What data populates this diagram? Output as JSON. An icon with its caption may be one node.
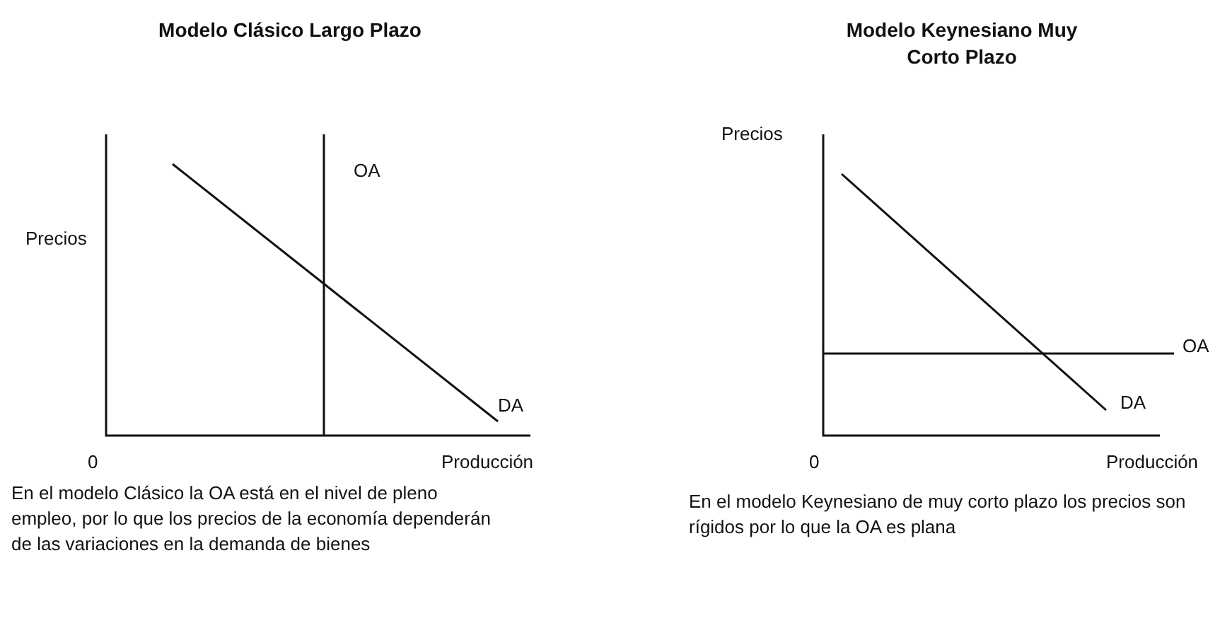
{
  "diagram": {
    "labels": [
      "Modelo Clásico Largo Plazo",
      "Modelo Keynesiano Muy Corto Plazo",
      "Precios",
      "OA",
      "DA",
      "0",
      "Producción",
      "En el modelo Clásico la OA está en el nivel de pleno empleo, por lo que los precios de la economía dependerán de las variaciones en la demanda de bienes",
      "Precios",
      "OA",
      "DA",
      "0",
      "Producción",
      "En el modelo Keynesiano de muy corto plazo los precios son rígidos por lo que la OA es plana"
    ]
  }
}
